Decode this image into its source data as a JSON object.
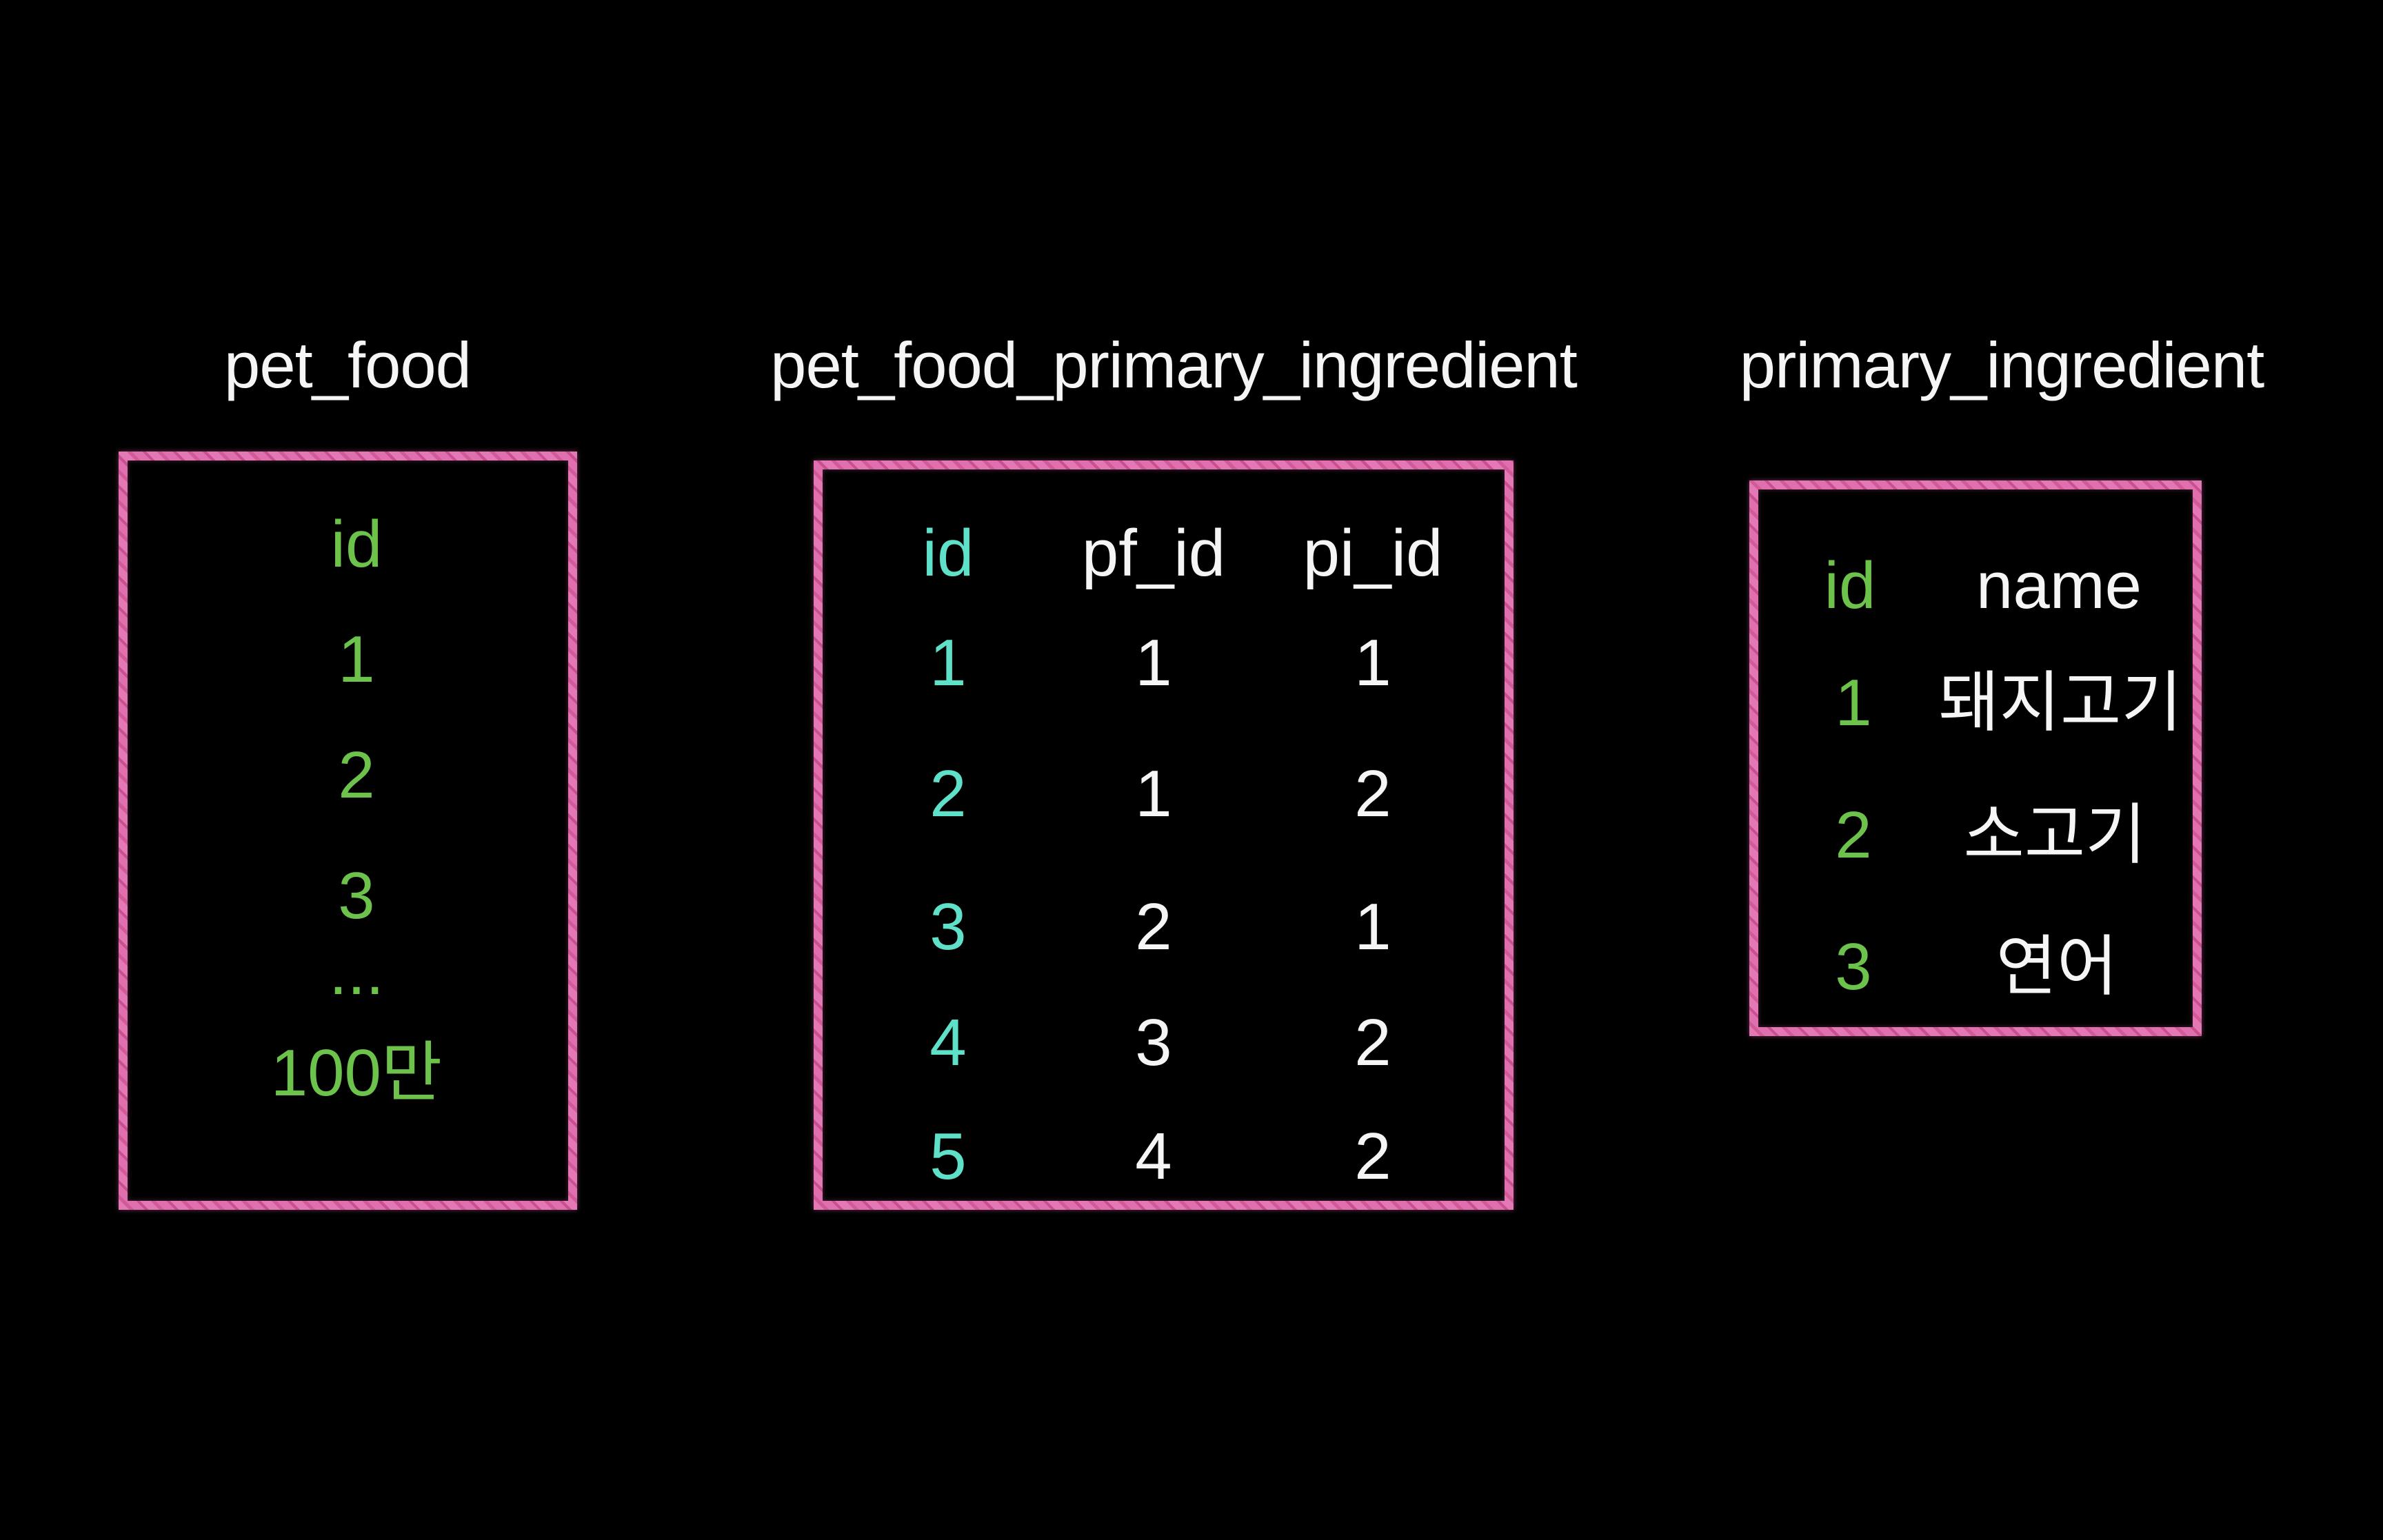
{
  "diagram": {
    "kind": "database-table-relationship",
    "colors": {
      "background": "#000000",
      "table_border_pink": "#de6dae",
      "primary_key_green": "#6cc24a",
      "primary_key_teal": "#5fe0c8",
      "text_white": "#f5f5f5"
    }
  },
  "tables": [
    {
      "title": "pet_food",
      "columns": [
        {
          "label": "id"
        }
      ],
      "rows": [
        [
          "1"
        ],
        [
          "2"
        ],
        [
          "3"
        ],
        [
          "..."
        ],
        [
          "100만"
        ]
      ]
    },
    {
      "title": "pet_food_primary_ingredient",
      "columns": [
        {
          "label": "id"
        },
        {
          "label": "pf_id"
        },
        {
          "label": "pi_id"
        }
      ],
      "rows": [
        [
          "1",
          "1",
          "1"
        ],
        [
          "2",
          "1",
          "2"
        ],
        [
          "3",
          "2",
          "1"
        ],
        [
          "4",
          "3",
          "2"
        ],
        [
          "5",
          "4",
          "2"
        ]
      ]
    },
    {
      "title": "primary_ingredient",
      "columns": [
        {
          "label": "id"
        },
        {
          "label": "name"
        }
      ],
      "rows": [
        [
          "1",
          "돼지고기"
        ],
        [
          "2",
          "소고기"
        ],
        [
          "3",
          "연어"
        ]
      ]
    }
  ]
}
